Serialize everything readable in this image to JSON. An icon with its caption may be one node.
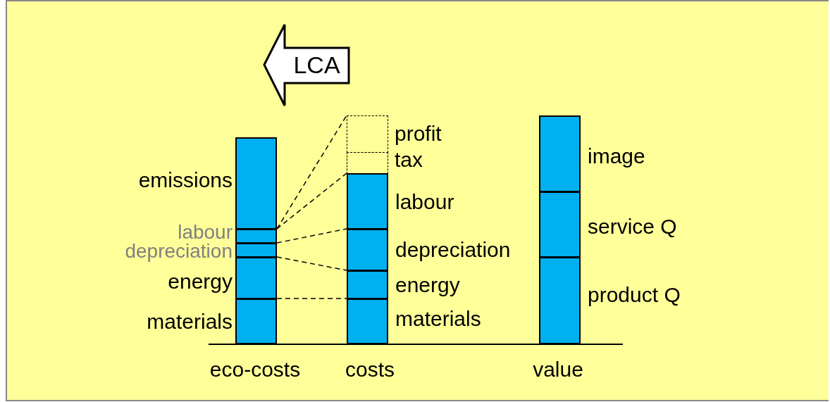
{
  "diagram": {
    "nodes": [
      {
        "text": [
          "LCA"
        ]
      },
      {
        "text": [
          "emissions"
        ]
      },
      {
        "text": [
          "labour"
        ]
      },
      {
        "text": [
          "depreciation"
        ]
      },
      {
        "text": [
          "energy"
        ]
      },
      {
        "text": [
          "materials"
        ]
      },
      {
        "text": [
          "profit"
        ]
      },
      {
        "text": [
          "tax"
        ]
      },
      {
        "text": [
          "labour"
        ]
      },
      {
        "text": [
          "depreciation"
        ]
      },
      {
        "text": [
          "energy"
        ]
      },
      {
        "text": [
          "materials"
        ]
      },
      {
        "text": [
          "image"
        ]
      },
      {
        "text": [
          "service Q"
        ]
      },
      {
        "text": [
          "product Q"
        ]
      }
    ],
    "edges": [
      {
        "from": 2,
        "to": 6,
        "arrow": "none",
        "style": "dashed"
      },
      {
        "from": 2,
        "to": 8,
        "arrow": "none",
        "style": "dashed"
      },
      {
        "from": 3,
        "to": 9,
        "arrow": "none",
        "style": "dashed"
      },
      {
        "from": 4,
        "to": 10,
        "arrow": "none",
        "style": "dashed"
      },
      {
        "from": 5,
        "to": 11,
        "arrow": "none",
        "style": "dashed"
      }
    ],
    "labels": [
      "eco-costs",
      "costs",
      "value"
    ]
  }
}
